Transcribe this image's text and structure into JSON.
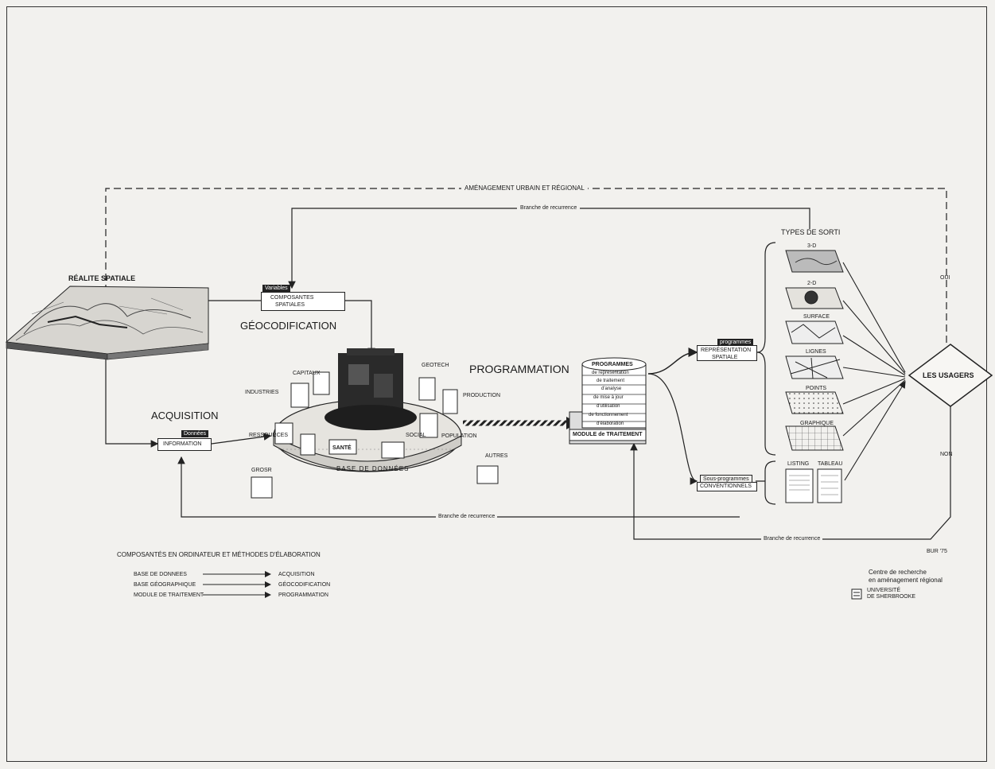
{
  "top_loop": {
    "amenagement": "AMÉNAGEMENT URBAIN ET RÉGIONAL",
    "recurrence_top": "Branche de recurrence"
  },
  "realite": {
    "title": "RÉALITE SPATIALE"
  },
  "geocodification": {
    "title": "GÉOCODIFICATION",
    "tab": "Variables",
    "box_line1": "COMPOSANTES",
    "box_line2": "SPATIALES"
  },
  "acquisition": {
    "title": "ACQUISITION",
    "tab": "Données",
    "box": "INFORMATION"
  },
  "database": {
    "label": "BASE DE DONNÉES",
    "categories": [
      "CAPITAUX",
      "INDUSTRIES",
      "GEOTECH",
      "PRODUCTION",
      "RESSOURCES",
      "SANTÉ",
      "SOCIAL",
      "POPULATION",
      "GROSR",
      "AUTRES"
    ]
  },
  "programmation": {
    "title": "PROGRAMMATION",
    "stack_header": "PROGRAMMES",
    "stack_lines": [
      "de représentation",
      "de traitement",
      "d'analyse",
      "de mise à jour",
      "d'utilisation",
      "de fonctionnement",
      "d'élaboration"
    ],
    "module": "MODULE de TRAITEMENT"
  },
  "branches": {
    "representation_tab": "programmes",
    "representation_line1": "REPRÉSENTATION",
    "representation_line2": "SPATIALE",
    "conventionnels_tab": "Sous-programmes",
    "conventionnels": "CONVENTIONNELS"
  },
  "outputs": {
    "title": "TYPES DE SORTI",
    "items": [
      "3-D",
      "2-D",
      "SURFACE",
      "LIGNES",
      "POINTS",
      "GRAPHIQUE"
    ],
    "listing": "LISTING",
    "tableau": "TABLEAU"
  },
  "usagers": {
    "label": "LES USAGERS",
    "oui": "OUI",
    "non": "NON"
  },
  "recurrence_mid": "Branche de recurrence",
  "recurrence_low": "Branche de recurrence",
  "legend": {
    "title": "COMPOSANTÉS EN ORDINATEUR ET MÉTHODES D'ÉLABORATION",
    "rows": [
      {
        "from": "BASE DE DONNEES",
        "to": "ACQUISITION"
      },
      {
        "from": "BASE GÉOGRAPHIQUE",
        "to": "GÉOCODIFICATION"
      },
      {
        "from": "MODULE DE TRAITEMENT",
        "to": "PROGRAMMATION"
      }
    ]
  },
  "credits": {
    "signature": "BUR '75",
    "centre_line1": "Centre de recherche",
    "centre_line2": "en aménagement régional",
    "univ_line1": "UNIVERSITÉ",
    "univ_line2": "DE SHERBROOKE"
  }
}
